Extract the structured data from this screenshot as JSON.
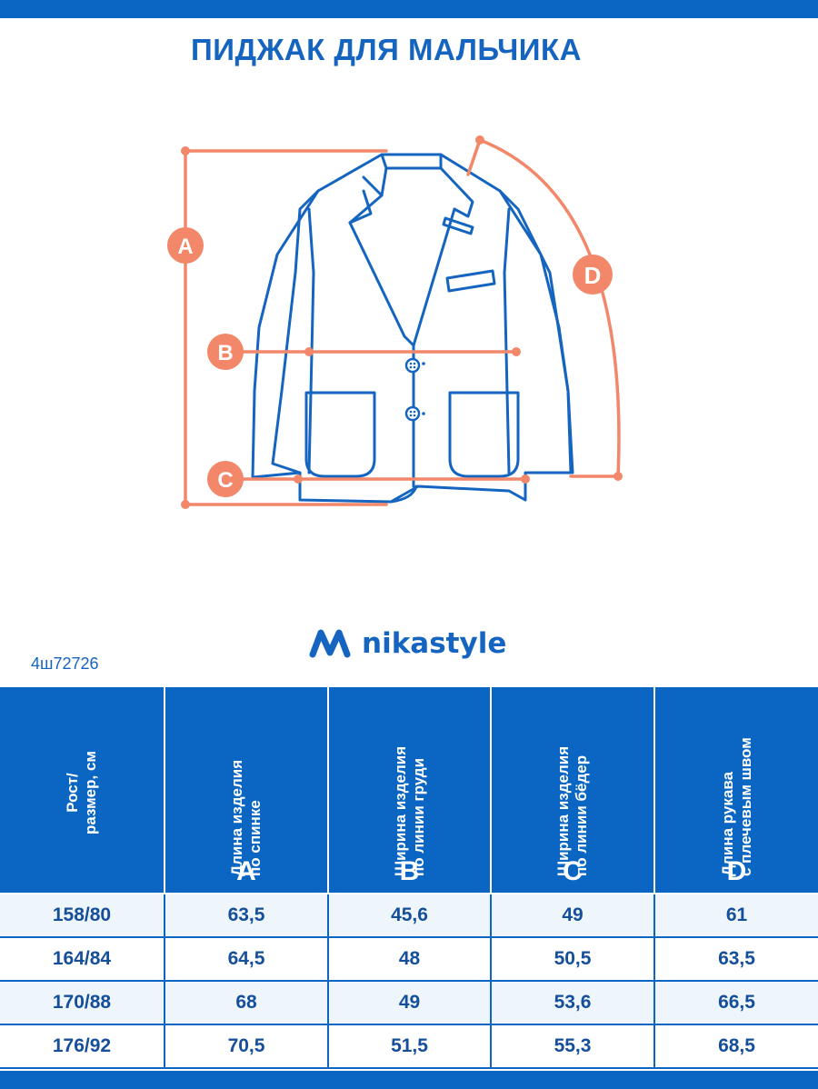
{
  "title": "ПИДЖАК ДЛЯ МАЛЬЧИКА",
  "colors": {
    "brand_blue": "#0a66c2",
    "measure_orange": "#f2876a",
    "text_blue": "#1565c0"
  },
  "diagram": {
    "labels": {
      "a": "A",
      "b": "B",
      "c": "C",
      "d": "D"
    }
  },
  "brand": {
    "name": "nikastyle",
    "icon": "nikastyle-logo-icon"
  },
  "article": "4ш72726",
  "table": {
    "headers": [
      {
        "text": "Рост/\nразмер, см",
        "letter": ""
      },
      {
        "text": "Длина изделия\nпо спинке",
        "letter": "A"
      },
      {
        "text": "Ширина изделия\nпо линии груди",
        "letter": "B"
      },
      {
        "text": "Ширина изделия\nпо линии бёдер",
        "letter": "C"
      },
      {
        "text": "Длина рукава\nс плечевым швом",
        "letter": "D"
      }
    ],
    "rows": [
      [
        "158/80",
        "63,5",
        "45,6",
        "49",
        "61"
      ],
      [
        "164/84",
        "64,5",
        "48",
        "50,5",
        "63,5"
      ],
      [
        "170/88",
        "68",
        "49",
        "53,6",
        "66,5"
      ],
      [
        "176/92",
        "70,5",
        "51,5",
        "55,3",
        "68,5"
      ]
    ]
  }
}
